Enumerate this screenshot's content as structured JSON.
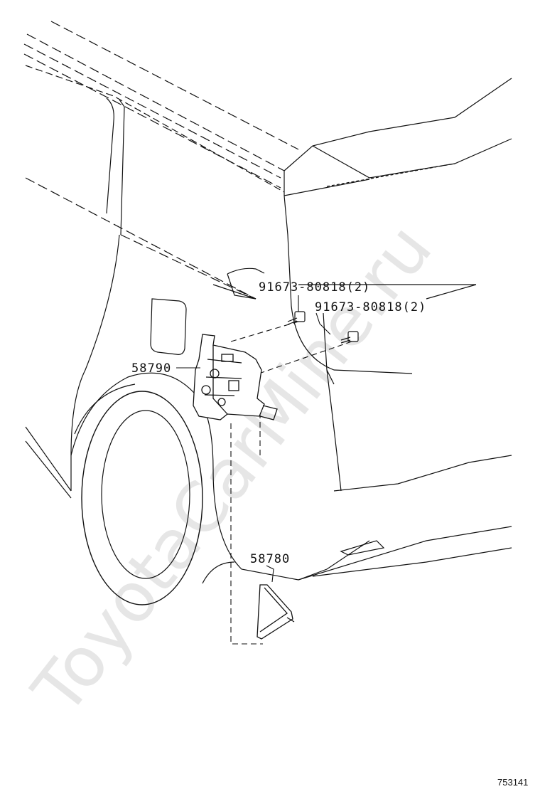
{
  "watermark": "ToyotaCarMine.ru",
  "figure_number": "753141",
  "callouts": {
    "bolt_upper": "91673-80818(2)",
    "bolt_lower": "91673-80818(2)",
    "bracket": "58790",
    "small_bracket": "58780"
  }
}
